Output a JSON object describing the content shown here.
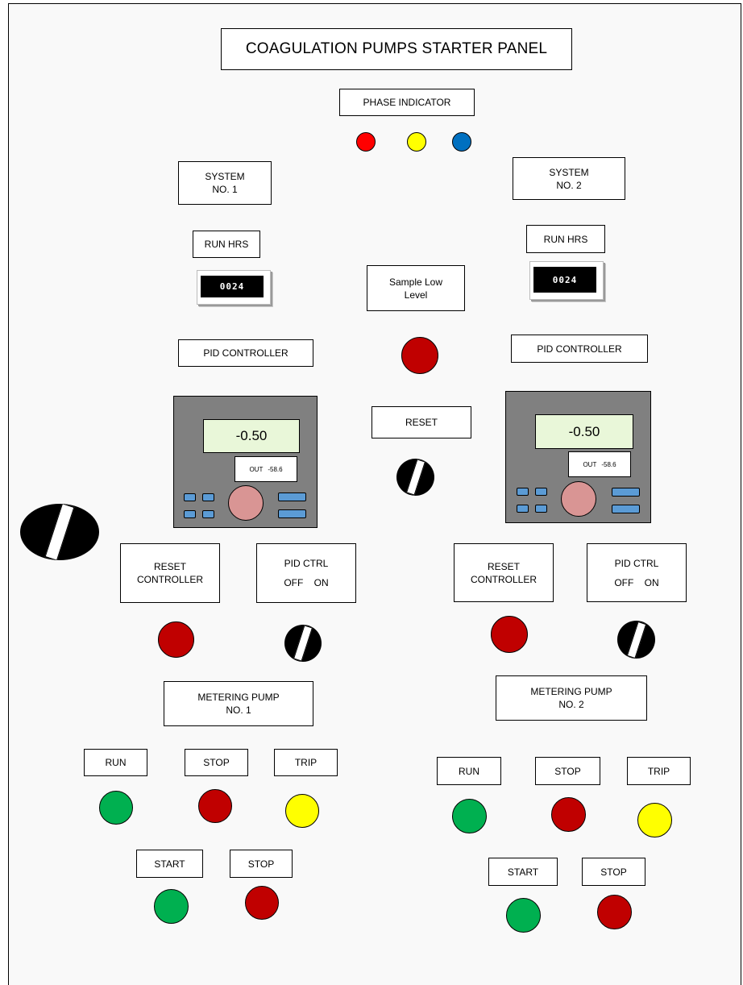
{
  "title": "COAGULATION PUMPS STARTER PANEL",
  "phase_indicator": {
    "label": "PHASE INDICATOR",
    "lamp_colors": [
      "#ff0000",
      "#ffff00",
      "#0070c0"
    ]
  },
  "center": {
    "sample_low_level_line1": "Sample Low",
    "sample_low_level_line2": "Level",
    "reset_label": "RESET"
  },
  "system1": {
    "system_line1": "SYSTEM",
    "system_line2": "NO. 1",
    "run_hrs_label": "RUN HRS",
    "run_hrs_value": "0024",
    "pid_controller_label": "PID CONTROLLER",
    "pid_display_value": "-0.50",
    "pid_out_label": "OUT",
    "pid_out_value": "-58.6",
    "reset_controller_line1": "RESET",
    "reset_controller_line2": "CONTROLLER",
    "pid_ctrl_label": "PID CTRL",
    "pid_ctrl_off": "OFF",
    "pid_ctrl_on": "ON",
    "metering_pump_line1": "METERING PUMP",
    "metering_pump_line2": "NO. 1",
    "run_label": "RUN",
    "stop_label": "STOP",
    "trip_label": "TRIP",
    "start_button_label": "START",
    "stop_button_label": "STOP"
  },
  "system2": {
    "system_line1": "SYSTEM",
    "system_line2": "NO. 2",
    "run_hrs_label": "RUN HRS",
    "run_hrs_value": "0024",
    "pid_controller_label": "PID CONTROLLER",
    "pid_display_value": "-0.50",
    "pid_out_label": "OUT",
    "pid_out_value": "-58.6",
    "reset_controller_line1": "RESET",
    "reset_controller_line2": "CONTROLLER",
    "pid_ctrl_label": "PID CTRL",
    "pid_ctrl_off": "OFF",
    "pid_ctrl_on": "ON",
    "metering_pump_line1": "METERING PUMP",
    "metering_pump_line2": "NO. 2",
    "run_label": "RUN",
    "stop_label": "STOP",
    "trip_label": "TRIP",
    "start_button_label": "START",
    "stop_button_label": "STOP"
  },
  "colors": {
    "lamp_red": "#c00000",
    "lamp_green": "#00b050",
    "lamp_yellow": "#ffff00",
    "pid_body": "#808080",
    "pid_lcd": "#e9f7d9",
    "pid_keys": "#5b9bd5",
    "pid_dial": "#d99594"
  }
}
